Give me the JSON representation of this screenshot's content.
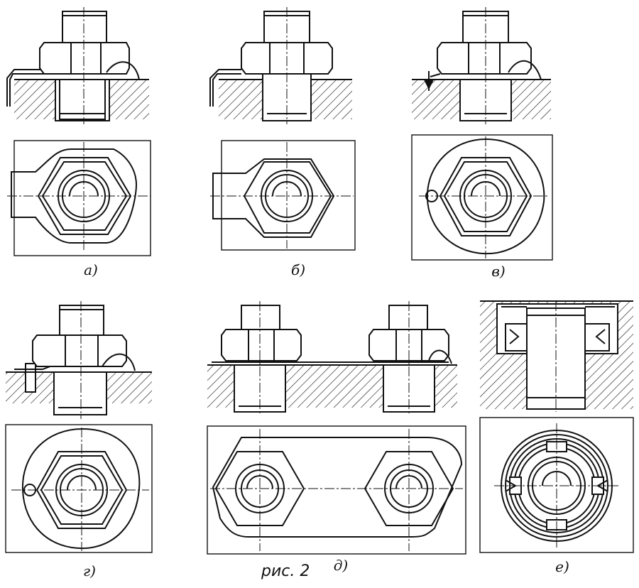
{
  "figure": {
    "title": "рис. 2",
    "ink": "#111111",
    "background": "#ffffff",
    "panels": [
      {
        "id": "a",
        "caption": "а)",
        "type": "tab-washer-side-tab"
      },
      {
        "id": "b",
        "caption": "б)",
        "type": "tab-washer-square"
      },
      {
        "id": "v",
        "caption": "в)",
        "type": "round-washer-pin"
      },
      {
        "id": "g",
        "caption": "г)",
        "type": "round-washer-pin-2"
      },
      {
        "id": "d",
        "caption": "д)",
        "type": "double-nut-plate"
      },
      {
        "id": "e",
        "caption": "е)",
        "type": "recessed-spring-ring"
      }
    ]
  }
}
